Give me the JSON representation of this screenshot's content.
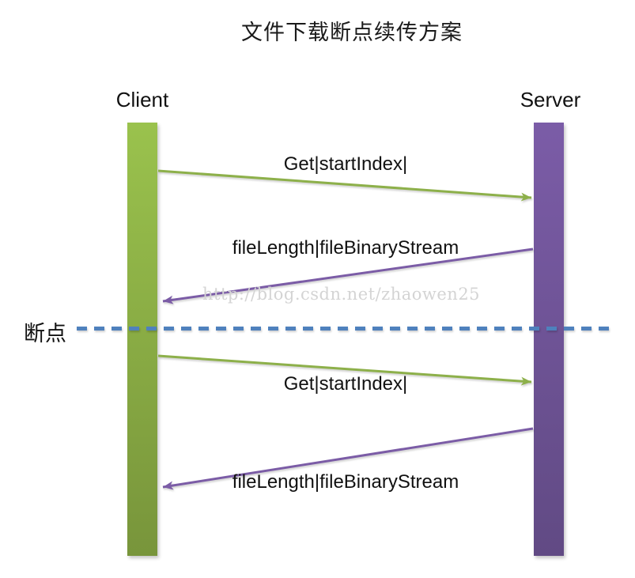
{
  "title": "文件下载断点续传方案",
  "actors": {
    "client": "Client",
    "server": "Server"
  },
  "breakpoint": {
    "label": "断点"
  },
  "watermark": "http://blog.csdn.net/zhaowen25",
  "messages": [
    {
      "label": "Get|startIndex|",
      "from": "Client",
      "to": "Server",
      "phase": "before-breakpoint"
    },
    {
      "label": "fileLength|fileBinaryStream",
      "from": "Server",
      "to": "Client",
      "phase": "before-breakpoint"
    },
    {
      "label": "Get|startIndex|",
      "from": "Client",
      "to": "Server",
      "phase": "after-breakpoint"
    },
    {
      "label": "fileLength|fileBinaryStream",
      "from": "Server",
      "to": "Client",
      "phase": "after-breakpoint"
    }
  ],
  "colors": {
    "client_bar_top": "#9ac24d",
    "client_bar_bottom": "#78953b",
    "server_bar_top": "#7b5ca7",
    "server_bar_bottom": "#614a84",
    "arrow_green": "#8db04a",
    "arrow_purple": "#7b5ca6",
    "breakpoint_line": "#4f81bd",
    "watermark_gray": "#d4d4d4"
  }
}
